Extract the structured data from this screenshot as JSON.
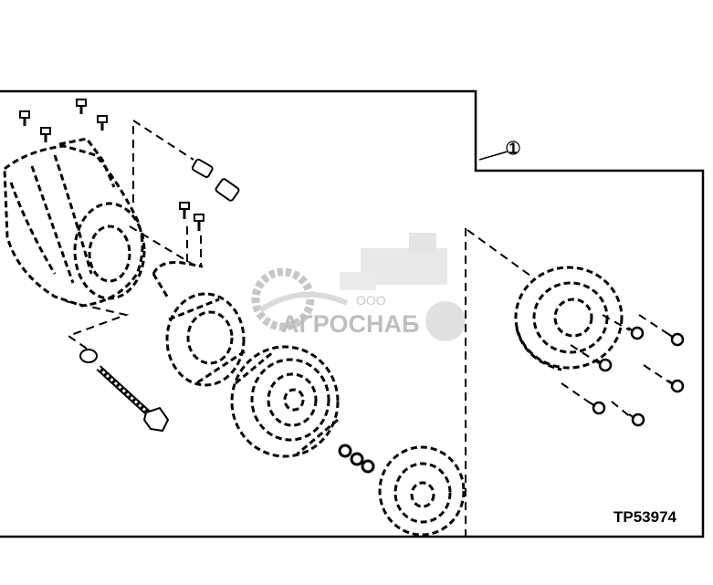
{
  "figure": {
    "callout_number": "1",
    "figure_code": "TP53974"
  },
  "watermark": {
    "company_prefix": "ООО",
    "company_name": "АГРОСНАБ"
  },
  "parts": {
    "bolts_top": "bolt-icon",
    "compressor": "compressor-icon",
    "fitting": "fitting-icon",
    "coil": "clutch-coil-icon",
    "pulley": "pulley-icon",
    "spacers": "washer-icon",
    "clutch_plate": "clutch-plate-icon",
    "long_bolt": "long-bolt-icon",
    "bracket": "bracket-icon"
  }
}
